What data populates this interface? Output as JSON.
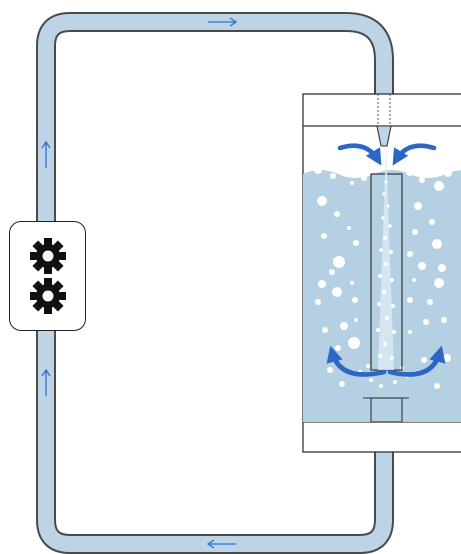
{
  "diagram": {
    "colors": {
      "pipe_fill": "#bcd4e6",
      "pipe_outline": "#4a4a4a",
      "flow_arrow": "#2f6fd0",
      "liquid": "#b5d0e3",
      "bubble": "#ffffff",
      "circulation_arrow": "#2c67c4",
      "gear": "#111111",
      "tank_outline": "#333333"
    },
    "icons": {
      "pump": "gears-icon",
      "flow": "arrow-icon",
      "circulation": "curved-arrow-icon"
    },
    "flow_directions": [
      "right",
      "up",
      "up",
      "left"
    ]
  }
}
